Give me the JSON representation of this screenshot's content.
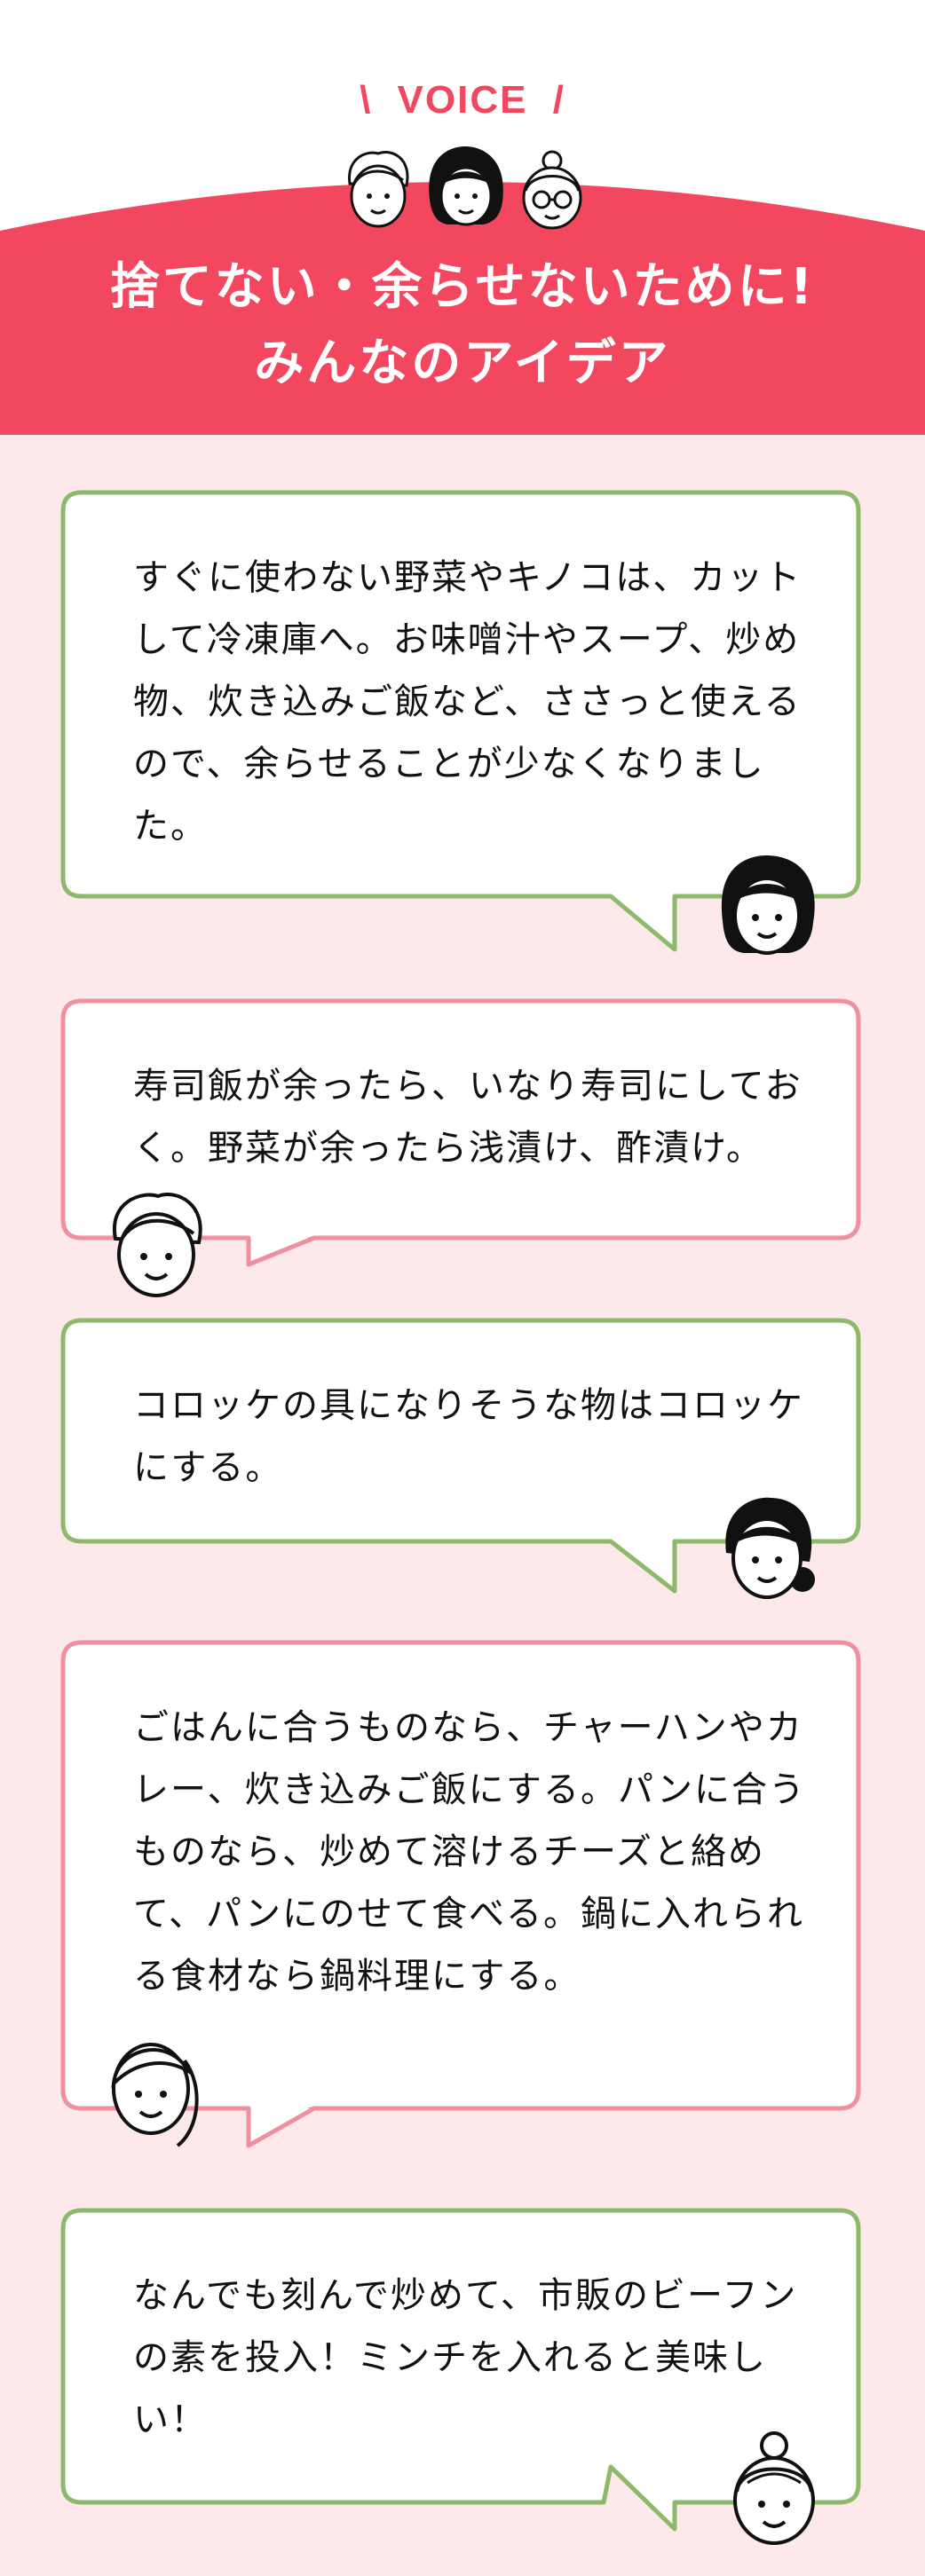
{
  "header": {
    "label": "VOICE",
    "slash_left": "\\",
    "slash_right": "/",
    "title_line1": "捨てない・余らせないために!",
    "title_line2": "みんなのアイデア"
  },
  "colors": {
    "accent": "#f2475f",
    "background": "#fde8ea",
    "green_border": "#8dba6a",
    "pink_border": "#ef8fa0"
  },
  "voices": [
    {
      "text": "すぐに使わない野菜やキノコは、カットして冷凍庫へ。お味噌汁やスープ、炒め物、炊き込みご飯など、ささっと使えるので、余らせることが少なくなりました。",
      "avatar": "woman-bob-face-icon",
      "border": "green"
    },
    {
      "text": "寿司飯が余ったら、いなり寿司にしておく。野菜が余ったら浅漬け、酢漬け。",
      "avatar": "man-face-icon",
      "border": "pink"
    },
    {
      "text": "コロッケの具になりそうな物はコロッケにする。",
      "avatar": "woman-bun-face-icon",
      "border": "green"
    },
    {
      "text": "ごはんに合うものなら、チャーハンやカレー、炊き込みご飯にする。パンに合うものなら、炒めて溶けるチーズと絡めて、パンにのせて食べる。鍋に入れられる食材なら鍋料理にする。",
      "avatar": "woman-face-icon",
      "border": "pink"
    },
    {
      "text": "なんでも刻んで炒めて、市販のビーフンの素を投入！ミンチを入れると美味しい！",
      "avatar": "elderly-woman-face-icon",
      "border": "green"
    }
  ]
}
